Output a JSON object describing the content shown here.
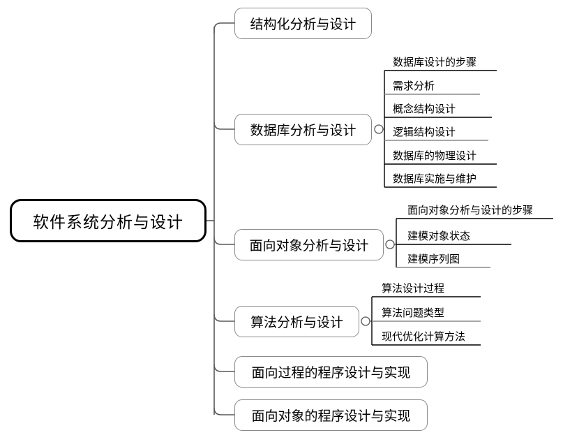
{
  "diagram": {
    "type": "mind-map",
    "title": "软件系统分析与设计",
    "root": {
      "label": "软件系统分析与设计"
    },
    "branches": [
      {
        "label": "结构化分析与设计",
        "children": []
      },
      {
        "label": "数据库分析与设计",
        "children": [
          "数据库设计的步骤",
          "需求分析",
          "概念结构设计",
          "逻辑结构设计",
          "数据库的物理设计",
          "数据库实施与维护"
        ]
      },
      {
        "label": "面向对象分析与设计",
        "children": [
          "面向对象分析与设计的步骤",
          "建模对象状态",
          "建模序列图"
        ]
      },
      {
        "label": "算法分析与设计",
        "children": [
          "算法设计过程",
          "算法问题类型",
          "现代优化计算方法"
        ]
      },
      {
        "label": "面向过程的程序设计与实现",
        "children": []
      },
      {
        "label": "面向对象的程序设计与实现",
        "children": []
      }
    ],
    "colors": {
      "background": "#ffffff",
      "root_border": "#000000",
      "node_border": "#8a8a8a",
      "edge": "#595959",
      "leaf_rule": "#000000",
      "text": "#000000"
    }
  }
}
